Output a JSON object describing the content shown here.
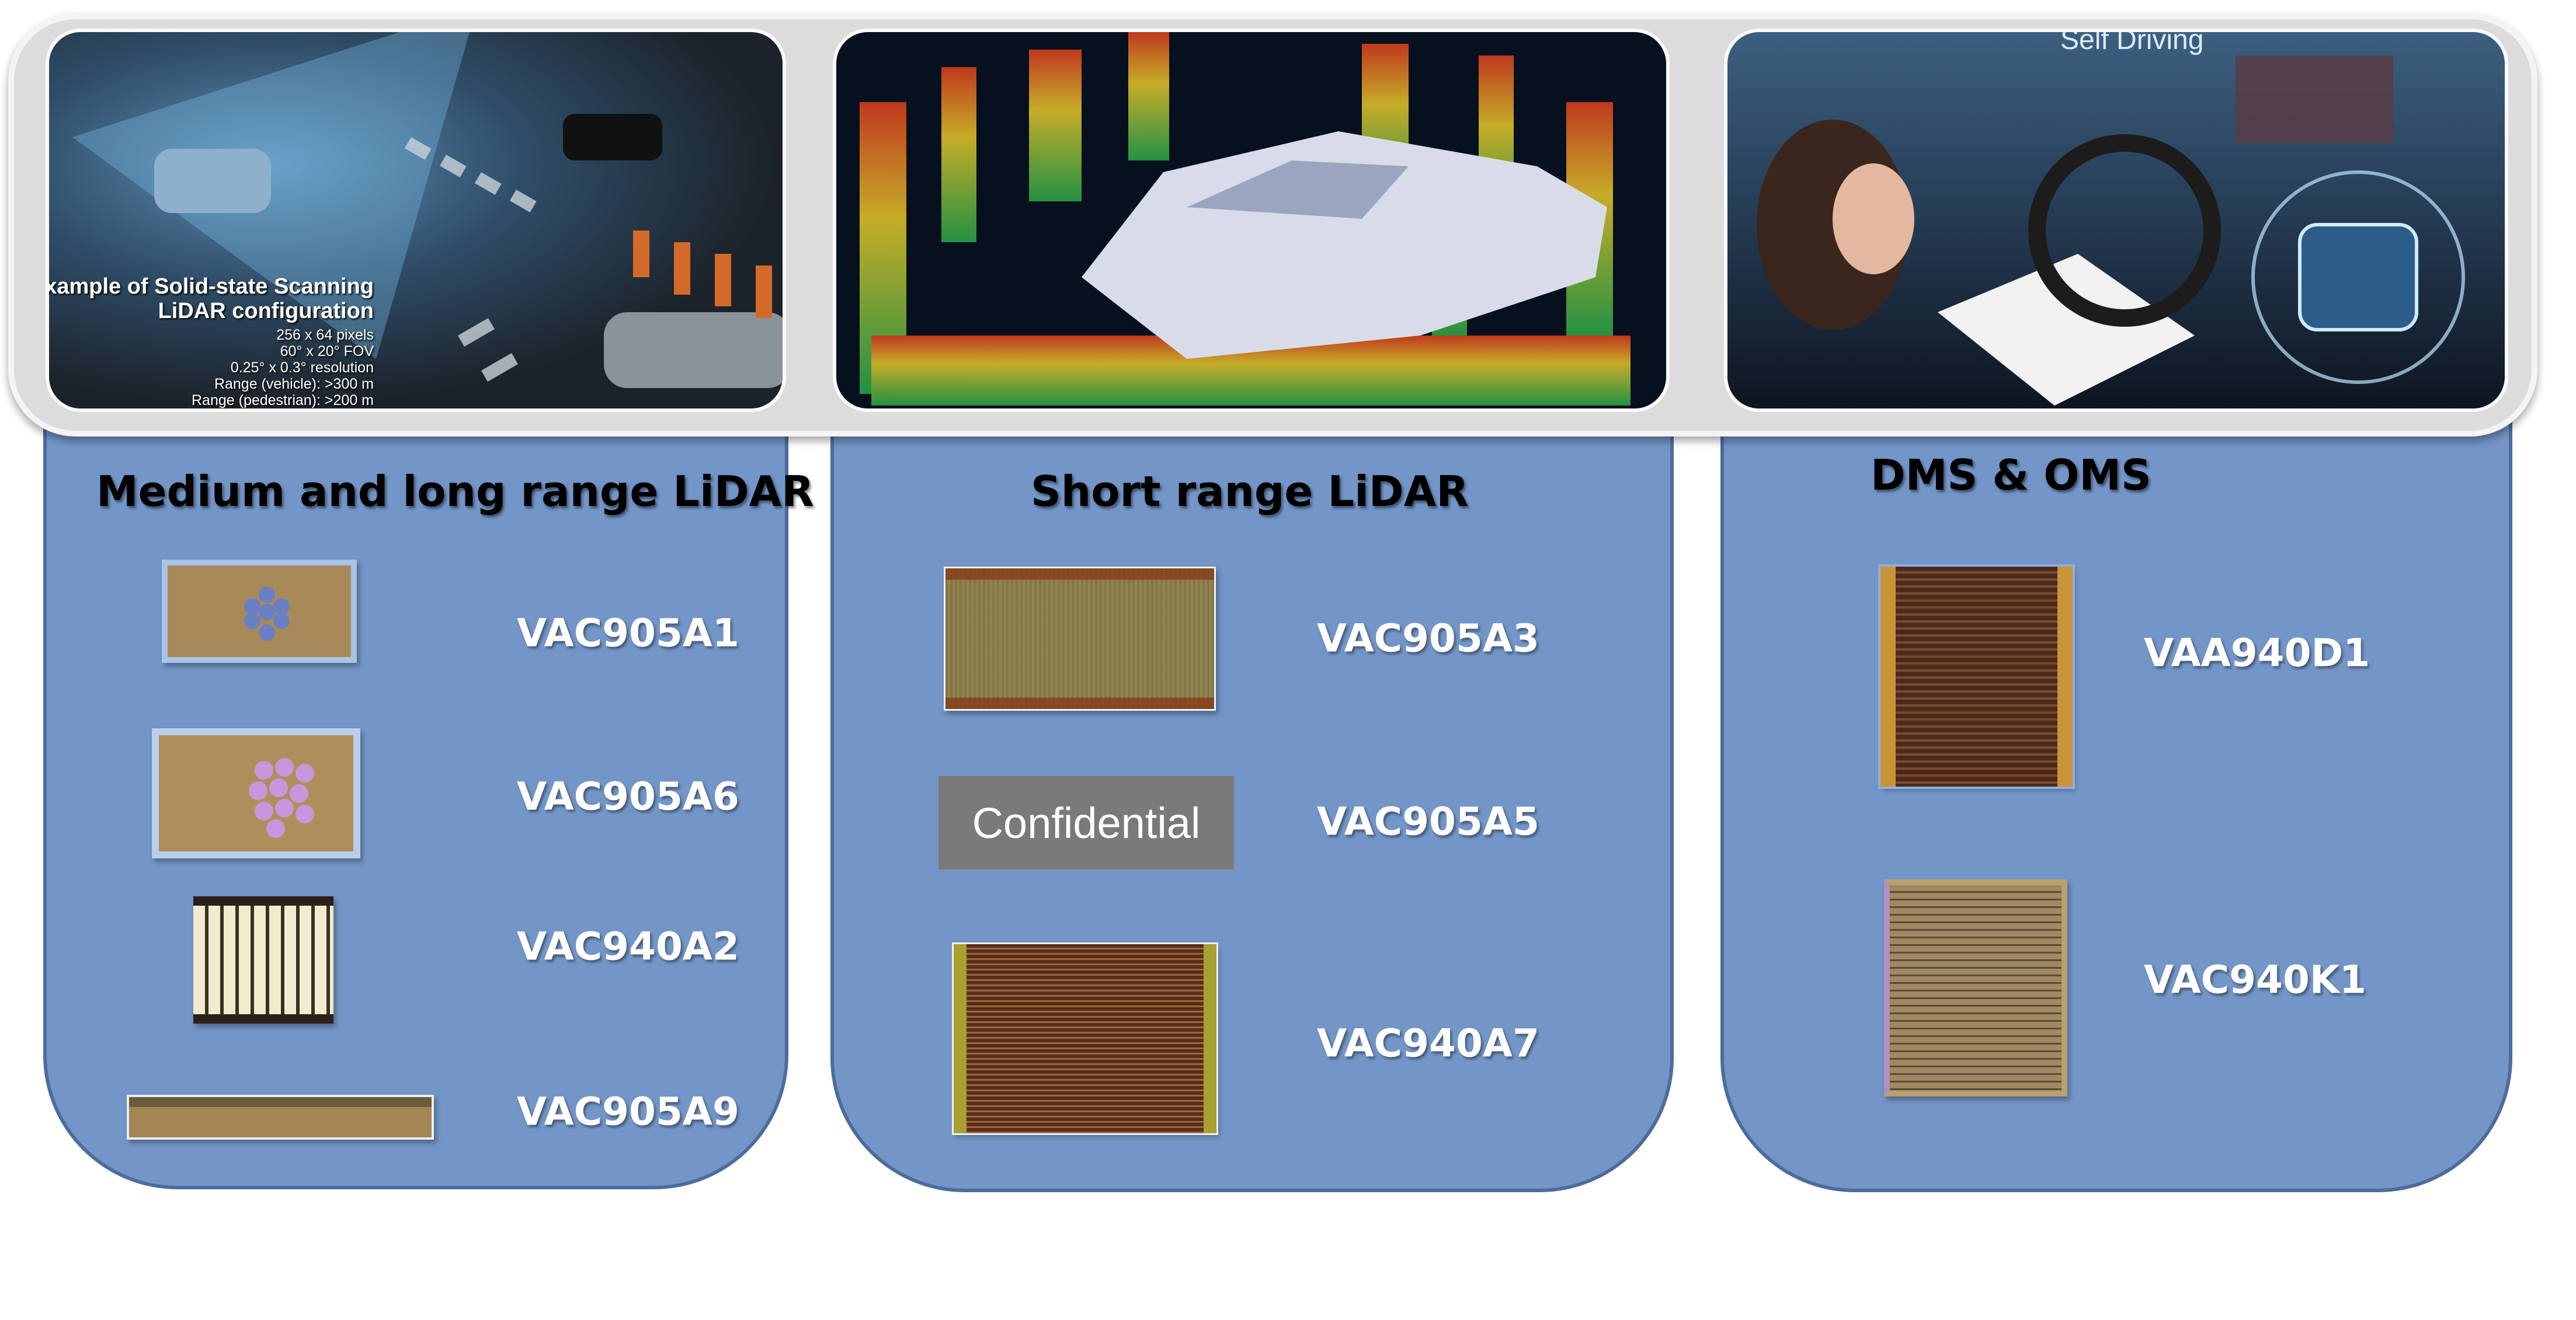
{
  "banner": {
    "photos": [
      {
        "name": "solid-state-lidar-scene",
        "overlay_title": [
          "Example of Solid-state Scanning",
          "LiDAR configuration"
        ],
        "overlay_specs": [
          "256 x 64 pixels",
          "60° x 20° FOV",
          "0.25° x 0.3° resolution",
          "Range (vehicle): >300 m",
          "Range (pedestrian): >200 m"
        ]
      },
      {
        "name": "point-cloud-car-scene"
      },
      {
        "name": "self-driving-cabin-scene",
        "overlay_text": "Self Driving"
      }
    ]
  },
  "panels": [
    {
      "title": "Medium and long range LiDAR",
      "products": [
        "VAC905A1",
        "VAC905A6",
        "VAC940A2",
        "VAC905A9"
      ]
    },
    {
      "title": "Short range LiDAR",
      "products": [
        "VAC905A3",
        "VAC905A5",
        "VAC940A7"
      ],
      "confidential_label": "Confidential"
    },
    {
      "title": "DMS & OMS",
      "products": [
        "VAA940D1",
        "VAC940K1"
      ]
    }
  ],
  "colors": {
    "panel": "#7395c7",
    "panel_border": "#4d6c9c",
    "banner": "#dcdcdc"
  }
}
